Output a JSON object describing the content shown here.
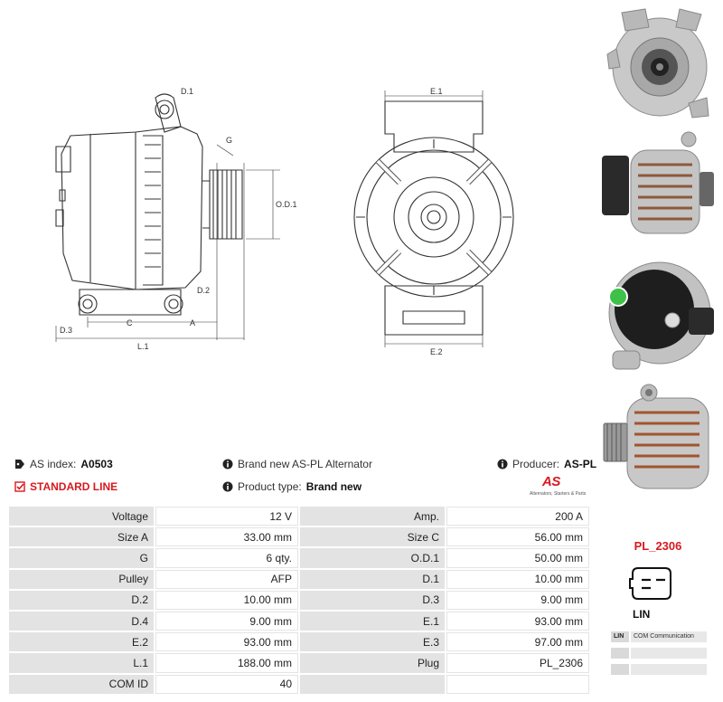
{
  "drawing": {
    "labels": {
      "d1": "D.1",
      "g": "G",
      "od1": "O.D.1",
      "d2": "D.2",
      "d3": "D.3",
      "c": "C",
      "a": "A",
      "l1": "L.1",
      "e1": "E.1",
      "e2": "E.2"
    }
  },
  "info": {
    "as_index_label": "AS index:",
    "as_index_value": "A0503",
    "line": "STANDARD LINE",
    "description": "Brand new AS-PL Alternator",
    "product_type_label": "Product type:",
    "product_type_value": "Brand new",
    "producer_label": "Producer:",
    "producer_value": "AS-PL"
  },
  "logo": {
    "mark": "AS",
    "tagline": "Alternators, Starters & Parts"
  },
  "specs": [
    {
      "k1": "Voltage",
      "v1": "12 V",
      "k2": "Amp.",
      "v2": "200 A"
    },
    {
      "k1": "Size A",
      "v1": "33.00 mm",
      "k2": "Size C",
      "v2": "56.00 mm"
    },
    {
      "k1": "G",
      "v1": "6 qty.",
      "k2": "O.D.1",
      "v2": "50.00 mm"
    },
    {
      "k1": "Pulley",
      "v1": "AFP",
      "k2": "D.1",
      "v2": "10.00 mm"
    },
    {
      "k1": "D.2",
      "v1": "10.00 mm",
      "k2": "D.3",
      "v2": "9.00 mm"
    },
    {
      "k1": "D.4",
      "v1": "9.00 mm",
      "k2": "E.1",
      "v2": "93.00 mm"
    },
    {
      "k1": "E.2",
      "v1": "93.00 mm",
      "k2": "E.3",
      "v2": "97.00 mm"
    },
    {
      "k1": "L.1",
      "v1": "188.00 mm",
      "k2": "Plug",
      "v2": "PL_2306"
    },
    {
      "k1": "COM ID",
      "v1": "40",
      "k2": "",
      "v2": ""
    }
  ],
  "plug": {
    "code": "PL_2306",
    "name": "LIN",
    "pins": [
      {
        "pin": "LIN",
        "desc": "COM Communication"
      },
      {
        "pin": "",
        "desc": ""
      },
      {
        "pin": "",
        "desc": ""
      }
    ]
  },
  "colors": {
    "accent": "#d7191f",
    "key_bg": "#e3e3e3"
  }
}
